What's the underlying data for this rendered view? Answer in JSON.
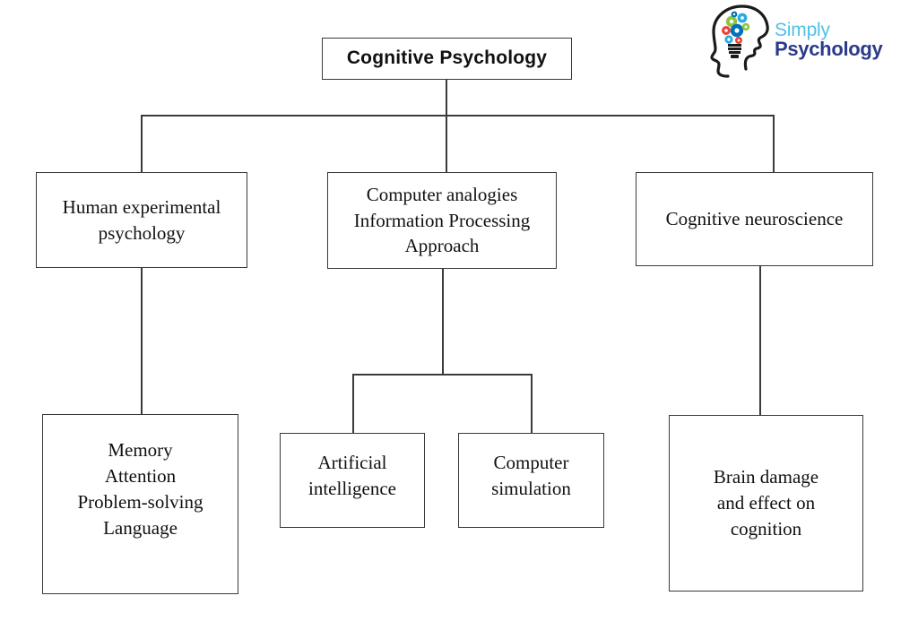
{
  "diagram": {
    "title": "Cognitive Psychology",
    "nodes": {
      "root": {
        "label": "Cognitive Psychology"
      },
      "human": {
        "lines": [
          "Human experimental",
          "psychology"
        ]
      },
      "computer": {
        "lines": [
          "Computer analogies",
          "Information  Processing",
          "Approach"
        ]
      },
      "neuro": {
        "lines": [
          "Cognitive neuroscience"
        ]
      },
      "topics": {
        "lines": [
          "Memory",
          "Attention",
          "Problem-solving",
          "Language"
        ]
      },
      "ai": {
        "lines": [
          "Artificial",
          "intelligence"
        ]
      },
      "simulation": {
        "lines": [
          "Computer",
          "simulation"
        ]
      },
      "brain": {
        "lines": [
          "Brain damage",
          "and effect on",
          "cognition"
        ]
      }
    }
  },
  "logo": {
    "word_top": "Simply",
    "word_bottom": "Psychology",
    "color_top": "#4FC1E4",
    "color_bottom": "#2A3A8C",
    "mark_name": "head-with-gears-lightbulb-icon"
  },
  "colors": {
    "background": "#FFFFFF",
    "line": "#3A3A3A",
    "text": "#111111"
  }
}
